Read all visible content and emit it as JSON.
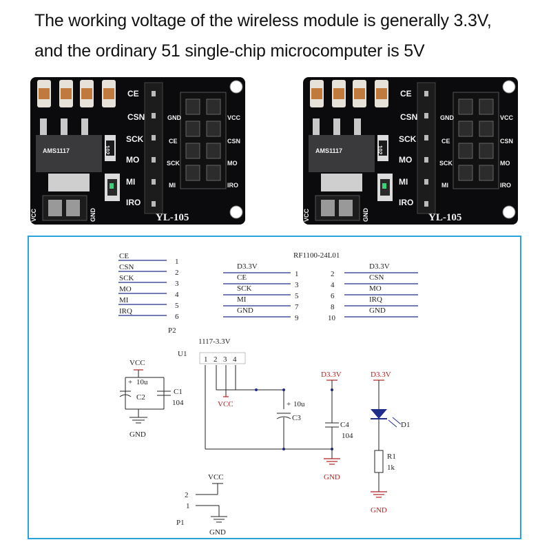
{
  "heading": {
    "line1": "The working voltage of the wireless module is generally 3.3V,",
    "line2": "and the ordinary 51 single-chip microcomputer is 5V"
  },
  "board": {
    "model": "YL-105",
    "left_header_labels": [
      "CE",
      "CSN",
      "SCK",
      "MO",
      "MI",
      "IRO"
    ],
    "socket_left_labels": [
      "GND",
      "CE",
      "SCK",
      "MI"
    ],
    "socket_right_labels": [
      "VCC",
      "CSN",
      "MO",
      "IRO"
    ],
    "power_labels": [
      "VCC",
      "GND"
    ],
    "resistor_code": "102",
    "regulator_text": "AMS1117"
  },
  "schematic": {
    "p2": {
      "ref": "P2",
      "labels": [
        "CE",
        "CSN",
        "SCK",
        "MO",
        "MI",
        "IRQ"
      ],
      "pins": [
        "1",
        "2",
        "3",
        "4",
        "5",
        "6"
      ]
    },
    "rf": {
      "title": "RF1100-24L01",
      "left_labels": [
        "D3.3V",
        "CE",
        "SCK",
        "MI",
        "GND"
      ],
      "left_pins": [
        "1",
        "3",
        "5",
        "7",
        "9"
      ],
      "right_pins": [
        "2",
        "4",
        "6",
        "8",
        "10"
      ],
      "right_labels": [
        "D3.3V",
        "CSN",
        "MO",
        "IRQ",
        "GND"
      ]
    },
    "u1": {
      "ref": "U1",
      "part": "1117-3.3V",
      "pins": [
        "1",
        "2",
        "3",
        "4"
      ],
      "vcc_label": "VCC"
    },
    "left_caps": {
      "vcc": "VCC",
      "c2_value": "10u",
      "c2_ref": "C2",
      "c1_ref": "C1",
      "c1_value": "104",
      "gnd": "GND",
      "plus": "+"
    },
    "c3": {
      "plus": "+",
      "value": "10u",
      "ref": "C3"
    },
    "c4": {
      "net": "D3.3V",
      "ref": "C4",
      "value": "104",
      "gnd": "GND"
    },
    "led": {
      "net": "D3.3V",
      "ref": "D1",
      "r_ref": "R1",
      "r_value": "1k",
      "gnd": "GND"
    },
    "p1": {
      "ref": "P1",
      "vcc": "VCC",
      "gnd": "GND",
      "pins": [
        "2",
        "1"
      ]
    }
  }
}
